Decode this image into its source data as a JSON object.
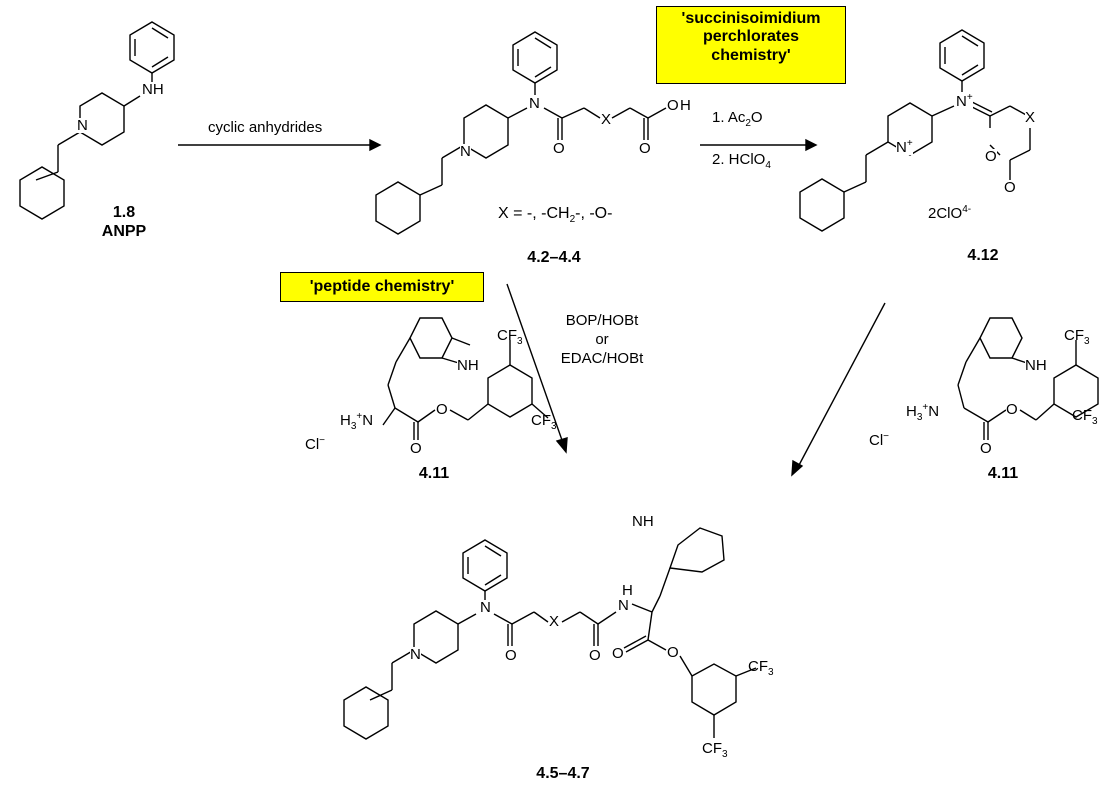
{
  "highlights": {
    "succinimidium": [
      "'succinisoimidium",
      "perchlorates",
      "chemistry'"
    ],
    "peptide": "'peptide  chemistry'"
  },
  "conditions": {
    "step1": "cyclic anhydrides",
    "step2a_pre": "1. Ac",
    "step2a_sub": "2",
    "step2a_post": "O",
    "step2b_pre": "2. HClO",
    "step2b_sub": "4",
    "coupling": [
      "BOP/HOBt",
      "or",
      "EDAC/HOBt"
    ],
    "x_def_pre": "X = -, -CH",
    "x_def_sub": "2",
    "x_def_post": "-, -O-"
  },
  "compounds": {
    "anpp_num": "1.8",
    "anpp_name": "ANPP",
    "acid_num": "4.2–4.4",
    "salt_num": "4.12",
    "ester_num_left": "4.11",
    "ester_num_right": "4.11",
    "product_num": "4.5–4.7",
    "counterion_salt_pre": "2ClO",
    "counterion_salt_sup": "4-",
    "chloride": "Cl",
    "chloride_sup": "−"
  },
  "atoms": {
    "N": "N",
    "NH": "NH",
    "H": "H",
    "O": "O",
    "X": "X",
    "CF3_pre": "CF",
    "CF3_sub": "3",
    "plus": "+",
    "H3N_pre": "H",
    "H3N_sub": "3",
    "H3N_sup": "+",
    "H3N_post": "N"
  },
  "colors": {
    "highlight": "#ffff00",
    "ink": "#000000"
  }
}
